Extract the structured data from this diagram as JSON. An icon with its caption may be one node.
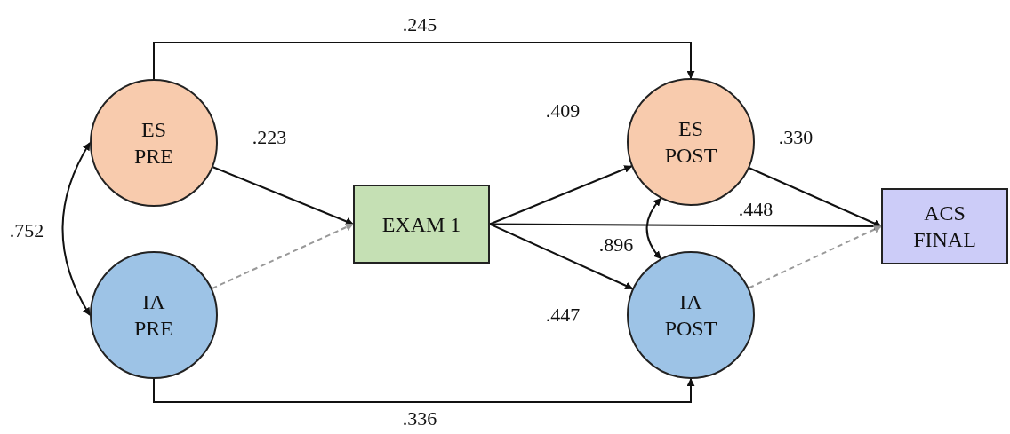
{
  "diagram": {
    "nodes": [
      {
        "text": [
          "ES PRE"
        ]
      },
      {
        "text": [
          "IA PRE"
        ]
      },
      {
        "text": [
          "EXAM 1"
        ]
      },
      {
        "text": [
          "ES POST"
        ]
      },
      {
        "text": [
          "IA POST"
        ]
      },
      {
        "text": [
          "ACS FINAL"
        ]
      }
    ],
    "edges": [
      {
        "from": 0,
        "to": 3,
        "arrow": "to",
        "label": ".245"
      },
      {
        "from": 0,
        "to": 2,
        "arrow": "to",
        "label": ".223"
      },
      {
        "from": 0,
        "to": 1,
        "arrow": "both",
        "label": ".752"
      },
      {
        "from": 1,
        "to": 2,
        "arrow": "to",
        "style": "dashed",
        "color": "#999999"
      },
      {
        "from": 2,
        "to": 3,
        "arrow": "to",
        "label": ".409"
      },
      {
        "from": 2,
        "to": 5,
        "arrow": "to",
        "label": ".448"
      },
      {
        "from": 2,
        "to": 4,
        "arrow": "to",
        "label": ".447"
      },
      {
        "from": 3,
        "to": 4,
        "arrow": "both",
        "label": ".896"
      },
      {
        "from": 3,
        "to": 5,
        "arrow": "to",
        "label": ".330"
      },
      {
        "from": 4,
        "to": 5,
        "arrow": "to",
        "style": "dashed",
        "color": "#999999"
      },
      {
        "from": 1,
        "to": 4,
        "arrow": "to",
        "label": ".336"
      }
    ]
  }
}
